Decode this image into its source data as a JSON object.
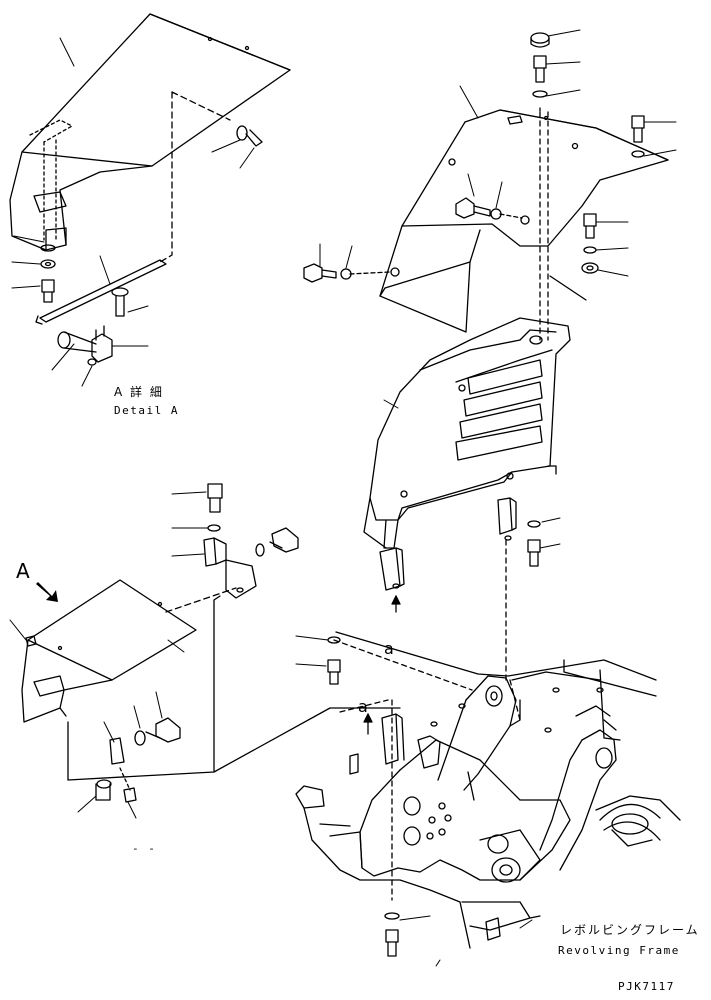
{
  "detail": {
    "jp": "A 詳 細",
    "en": "Detail A"
  },
  "view_marker": "A",
  "arrow_labels": [
    "a",
    "a"
  ],
  "frame": {
    "jp": "レボルビングフレーム",
    "en": "Revolving Frame"
  },
  "drawing_code": "PJK7117",
  "dash_mark": "- -"
}
